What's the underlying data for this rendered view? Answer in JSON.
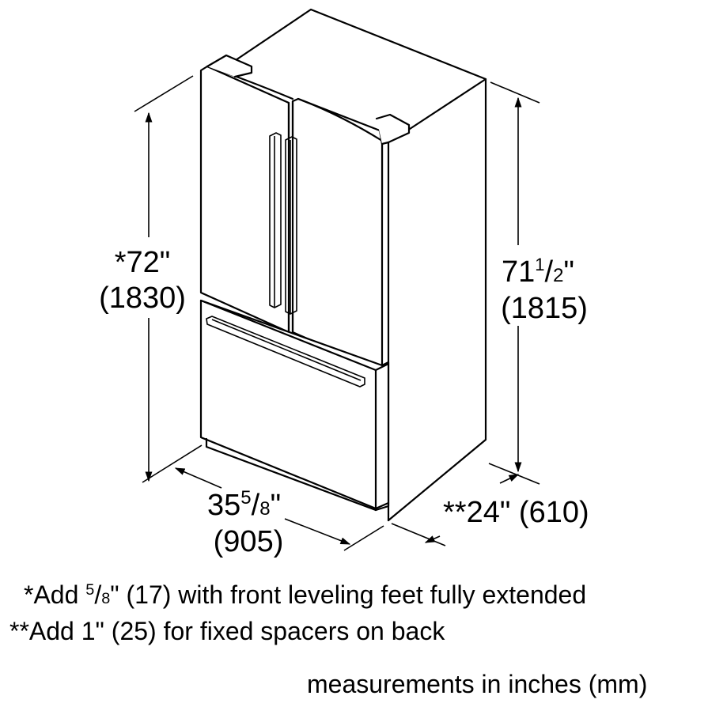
{
  "diagram": {
    "subject": "French door refrigerator dimension drawing",
    "dimensions": {
      "height_with_hinges": {
        "prefix": "*",
        "whole": "72",
        "fraction": "",
        "unit": "\"",
        "metric": "(1830)"
      },
      "height_cabinet": {
        "prefix": "",
        "whole": "71",
        "frac_num": "1",
        "frac_den": "2",
        "unit": "\"",
        "metric": "(1815)"
      },
      "width": {
        "prefix": "",
        "whole": "35",
        "frac_num": "5",
        "frac_den": "8",
        "unit": "\"",
        "metric": "(905)"
      },
      "depth": {
        "prefix": "**",
        "whole": "24",
        "unit": "\"",
        "metric": "(610)"
      }
    },
    "notes": [
      {
        "marker": "*",
        "pre": "Add ",
        "frac_num": "5",
        "frac_den": "8",
        "post": "\" (17) with front leveling feet fully extended"
      },
      {
        "marker": "**",
        "pre": "Add 1\" (25) for fixed spacers on back",
        "frac_num": "",
        "frac_den": "",
        "post": ""
      }
    ],
    "units_note": "measurements in inches (mm)",
    "colors": {
      "line": "#000000",
      "background": "#ffffff"
    }
  }
}
